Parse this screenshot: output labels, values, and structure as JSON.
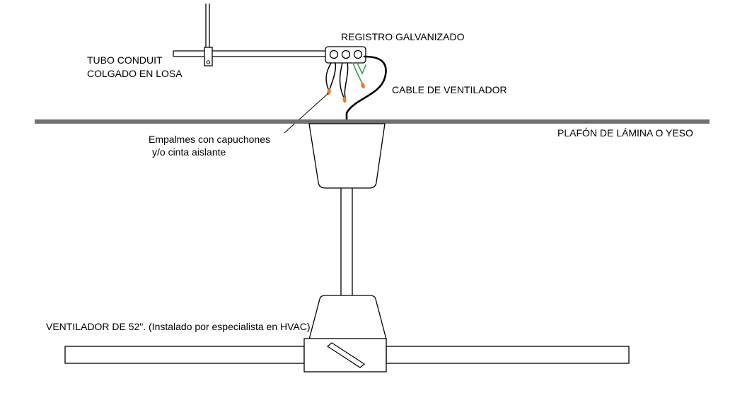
{
  "labels": {
    "conduit_line1": "TUBO CONDUIT",
    "conduit_line2": "COLGADO EN LOSA",
    "registro": "REGISTRO GALVANIZADO",
    "cable": "CABLE DE VENTILADOR",
    "empalmes_line1": "Empalmes con capuchones",
    "empalmes_line2": "y/o cinta aislante",
    "plafon": "PLAFÓN DE LÁMINA O YESO",
    "ventilador": "VENTILADOR DE 52\". (Instalado por especialista en HVAC)"
  },
  "colors": {
    "line": "#000000",
    "ceiling": "#707070",
    "ground_wire": "#3aa04a",
    "wire_cap": "#f07820"
  }
}
